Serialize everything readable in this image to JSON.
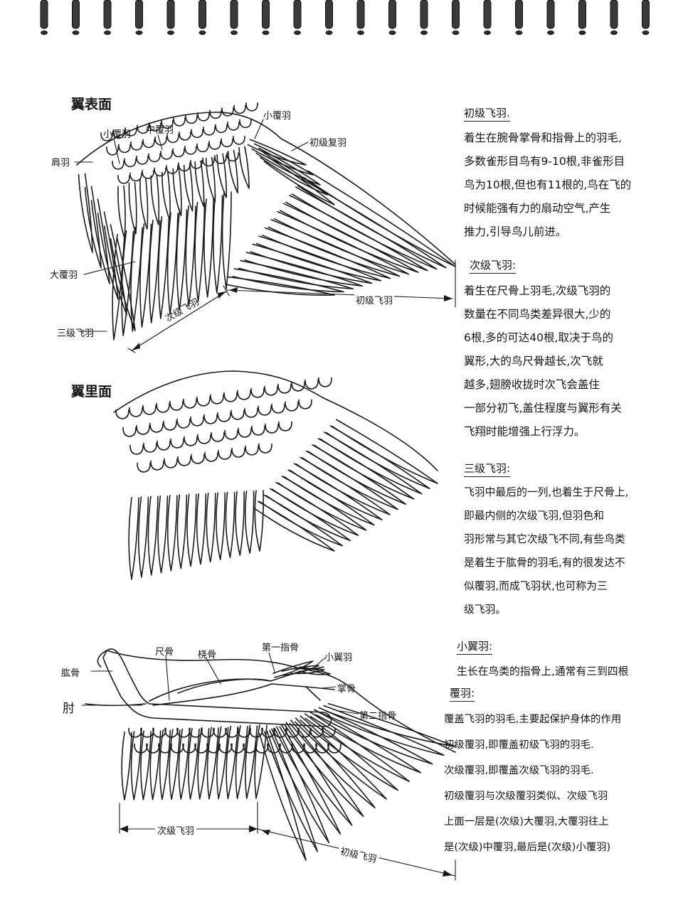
{
  "diagram1": {
    "title": "翼表面",
    "labels": {
      "xiaofu": "小覆羽",
      "xiaofu2": "小覆羽",
      "zhongfu": "中覆羽",
      "jianyu": "肩羽",
      "chuji_fu": "初级复羽",
      "dafu": "大覆羽",
      "sanji": "三级飞羽",
      "ciji": "次级飞羽",
      "chuji": "初级飞羽"
    }
  },
  "diagram2": {
    "title": "翼里面"
  },
  "diagram3": {
    "labels": {
      "gonggu": "肱骨",
      "zhou": "肘",
      "chigu": "尺骨",
      "naogu": "桡骨",
      "di1zhigu": "第一指骨",
      "xiaofu": "小翼羽",
      "zhanggu": "掌骨",
      "di2zhigu": "第二指骨",
      "ciji": "次级飞羽",
      "chuji": "初级飞羽"
    }
  },
  "notes": {
    "s1": {
      "heading": "初级飞羽.",
      "lines": [
        "着生在腕骨掌骨和指骨上的羽毛,",
        "多数雀形目鸟有9-10根,非雀形目",
        "鸟为10根,但也有11根的,鸟在飞的",
        "时候能强有力的扇动空气,产生",
        "推力,引导鸟儿前进。"
      ]
    },
    "s2": {
      "heading": "次级飞羽:",
      "lines": [
        "着生在尺骨上羽毛,次级飞羽的",
        "数量在不同鸟类差异很大,少的",
        "6根,多的可达40根,取决于鸟的",
        "翼形,大的鸟尺骨越长,次飞就",
        "越多,翅膀收拢时次飞会盖住",
        "一部分初飞,盖住程度与翼形有关",
        "飞翔时能增强上行浮力。"
      ]
    },
    "s3": {
      "heading": "三级飞羽:",
      "lines": [
        "飞羽中最后的一列,也着生于尺骨上,",
        "即最内侧的次级飞羽,但羽色和",
        "羽形常与其它次级飞不同,有些鸟类",
        "是着生于肱骨的羽毛,有的很发达不",
        "似覆羽,而成飞羽状,也可称为三",
        "级飞羽。"
      ]
    },
    "s4": {
      "heading": "小翼羽:",
      "lines": [
        "生长在鸟类的指骨上,通常有三到四根"
      ]
    },
    "s5": {
      "heading": "覆羽:",
      "lines": [
        "覆盖飞羽的羽毛,主要起保护身体的作用",
        "初级覆羽,即覆盖初级飞羽的羽毛.",
        "次级覆羽,即覆盖次级飞羽的羽毛.",
        "初级覆羽与次级覆羽类似、次级飞羽",
        "上面一层是(次级)大覆羽,大覆羽往上",
        "是(次级)中覆羽,最后是(次级)小覆羽)"
      ]
    }
  }
}
